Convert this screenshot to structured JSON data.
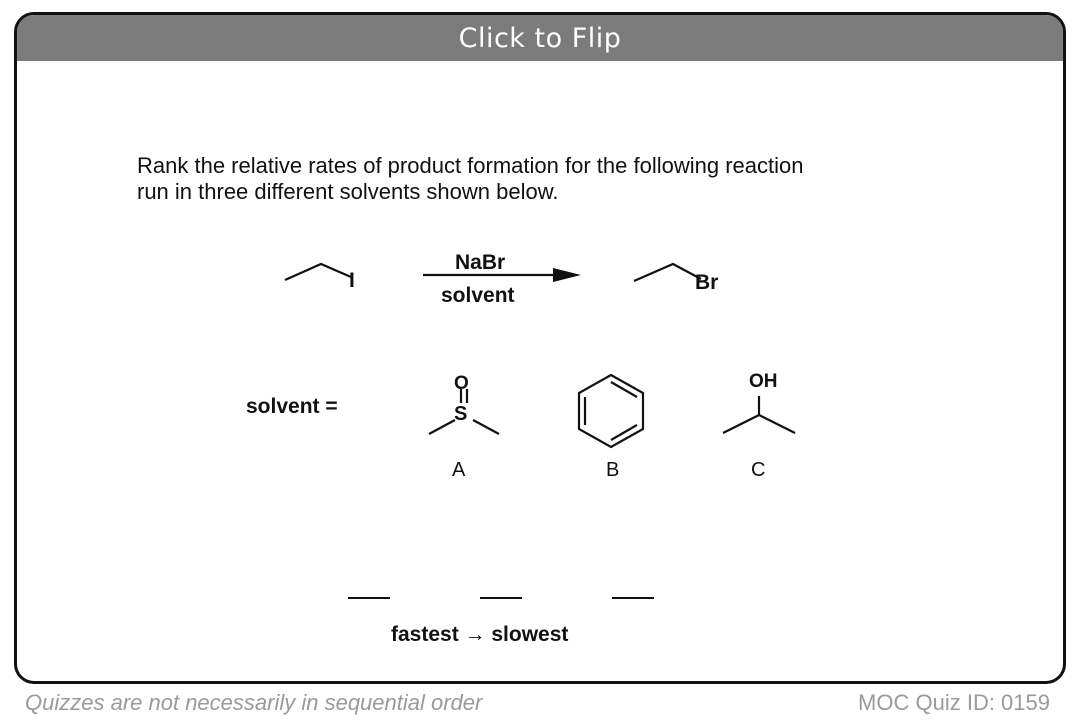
{
  "card": {
    "flip_label": "Click to Flip"
  },
  "question": {
    "line1": "Rank the relative rates of product formation for the following reaction",
    "line2": "run in three different solvents shown below."
  },
  "reaction": {
    "reactant_atom": "I",
    "reagent": "NaBr",
    "condition": "solvent",
    "product_atom": "Br"
  },
  "solvents": {
    "label": "solvent =",
    "A": {
      "label": "A",
      "atoms": [
        "O",
        "S"
      ],
      "icon": "dmso-structure"
    },
    "B": {
      "label": "B",
      "icon": "benzene-structure"
    },
    "C": {
      "label": "C",
      "atoms": [
        "OH"
      ],
      "icon": "isopropanol-structure"
    }
  },
  "answer": {
    "blanks": 3,
    "order_label": "fastest → slowest"
  },
  "footer": {
    "left": "Quizzes are not necessarily in sequential order",
    "right": "MOC Quiz ID: 0159"
  }
}
